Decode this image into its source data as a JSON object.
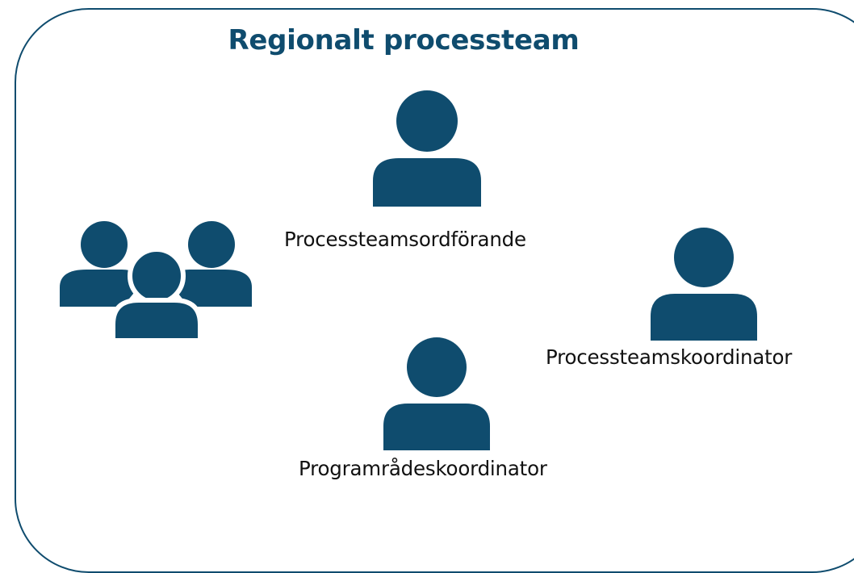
{
  "title": "Regionalt processteam",
  "colors": {
    "primary": "#0f4c6e",
    "text": "#111111",
    "background": "#ffffff"
  },
  "roles": {
    "group": {
      "icon": "group-of-people-icon"
    },
    "chair": {
      "icon": "person-icon",
      "label": "Processteamsordförande"
    },
    "team_coordinator": {
      "icon": "person-icon",
      "label": "Processteamskoordinator"
    },
    "program_coordinator": {
      "icon": "person-icon",
      "label": "Programrådeskoordinator"
    }
  }
}
